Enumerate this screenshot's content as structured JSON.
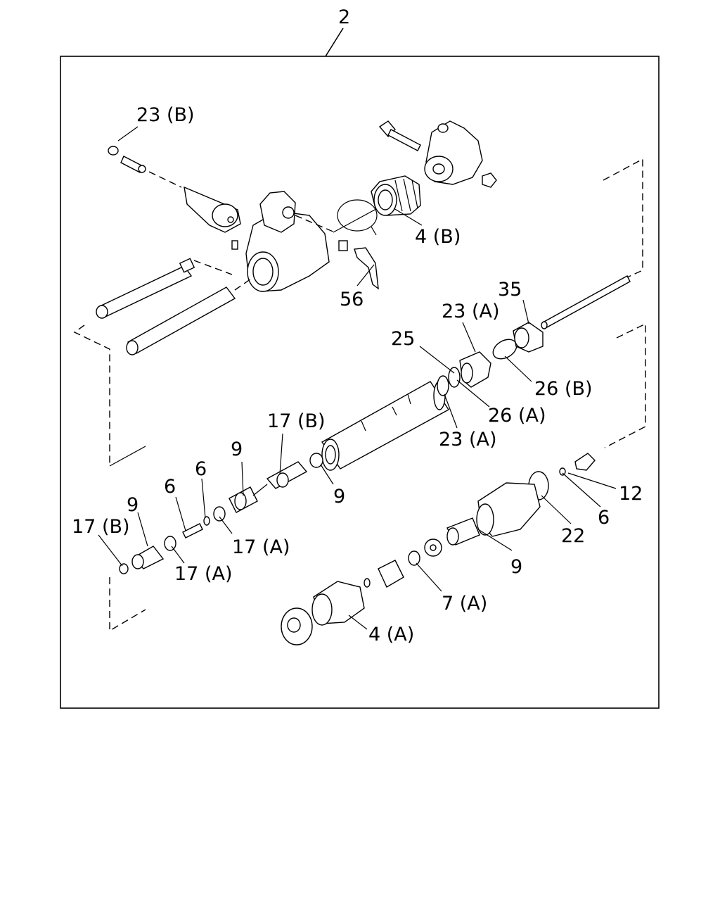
{
  "assembly_number": "2",
  "callouts": [
    {
      "id": "c-23b-top",
      "text": "23 (B)"
    },
    {
      "id": "c-4b",
      "text": "4 (B)"
    },
    {
      "id": "c-56",
      "text": "56"
    },
    {
      "id": "c-35",
      "text": "35"
    },
    {
      "id": "c-23a-upper",
      "text": "23 (A)"
    },
    {
      "id": "c-25",
      "text": "25"
    },
    {
      "id": "c-26b",
      "text": "26 (B)"
    },
    {
      "id": "c-26a",
      "text": "26 (A)"
    },
    {
      "id": "c-23a-lower",
      "text": "23 (A)"
    },
    {
      "id": "c-17b-mid",
      "text": "17 (B)"
    },
    {
      "id": "c-9-mid",
      "text": "9"
    },
    {
      "id": "c-9-ring",
      "text": "9"
    },
    {
      "id": "c-6-mid",
      "text": "6"
    },
    {
      "id": "c-6-left",
      "text": "6"
    },
    {
      "id": "c-17a-mid",
      "text": "17 (A)"
    },
    {
      "id": "c-9-left",
      "text": "9"
    },
    {
      "id": "c-17b-left",
      "text": "17 (B)"
    },
    {
      "id": "c-17a-left",
      "text": "17 (A)"
    },
    {
      "id": "c-12",
      "text": "12"
    },
    {
      "id": "c-6-right",
      "text": "6"
    },
    {
      "id": "c-22",
      "text": "22"
    },
    {
      "id": "c-9-right",
      "text": "9"
    },
    {
      "id": "c-7a",
      "text": "7 (A)"
    },
    {
      "id": "c-4a",
      "text": "4 (A)"
    }
  ]
}
